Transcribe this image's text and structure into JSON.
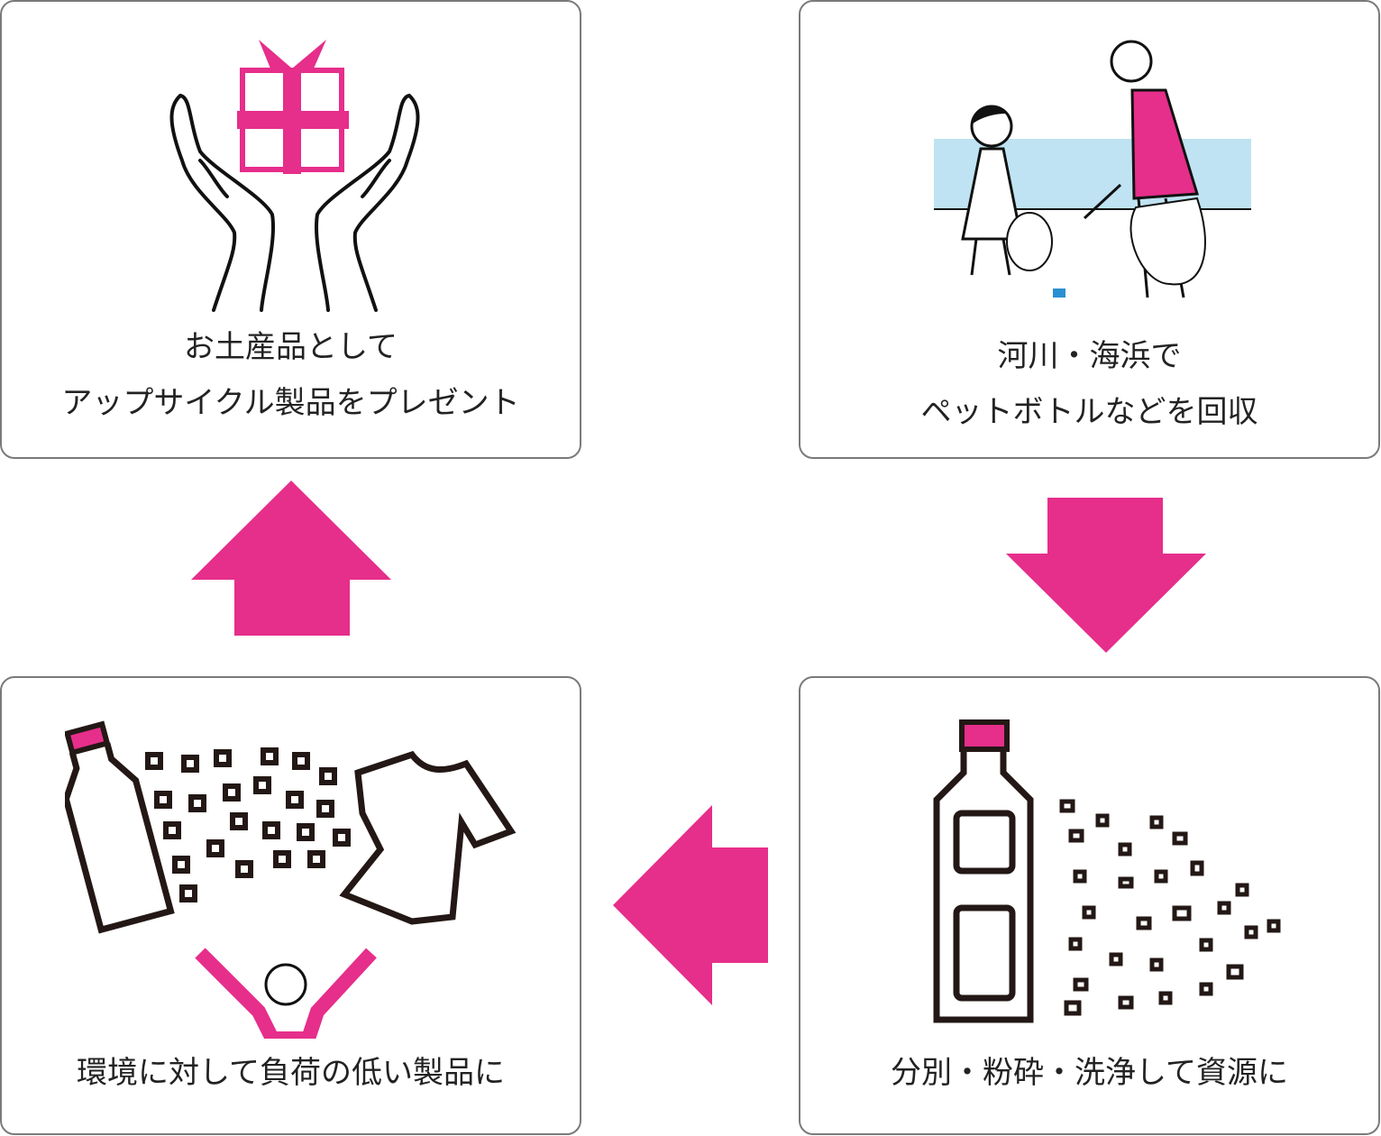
{
  "steps": [
    {
      "id": "collect",
      "lines": [
        "河川・海浜で",
        "ペットボトルなどを回収"
      ]
    },
    {
      "id": "process",
      "lines": [
        "分別・粉砕・洗浄して資源に"
      ]
    },
    {
      "id": "product",
      "lines": [
        "環境に対して負荷の低い製品に"
      ]
    },
    {
      "id": "gift",
      "lines": [
        "お土産品として",
        "アップサイクル製品をプレゼント"
      ]
    }
  ],
  "colors": {
    "accent": "#e62e8b",
    "border": "#7a7a7a",
    "sea": "#bfe3f2"
  }
}
